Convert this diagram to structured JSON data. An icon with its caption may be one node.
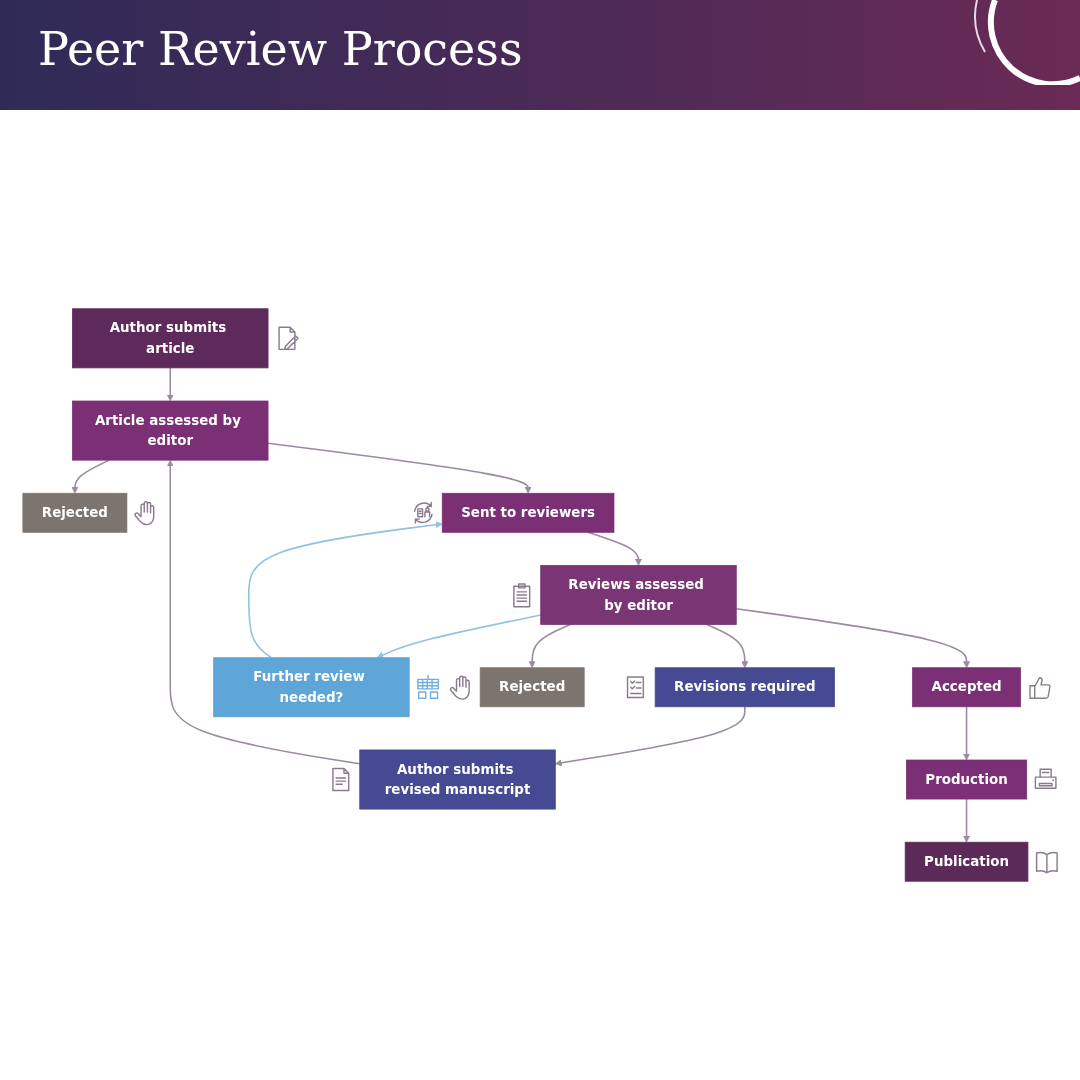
{
  "diagram": {
    "title": "Peer Review Process",
    "nodes": [
      {
        "text": [
          "Author submits article"
        ]
      },
      {
        "text": [
          "Author submits revised manuscript"
        ]
      },
      {
        "text": [
          "Article assessed by editor"
        ]
      },
      {
        "text": [
          "Rejected"
        ]
      },
      {
        "text": [
          "Revisions required"
        ]
      },
      {
        "text": [
          "Sent to reviewers"
        ]
      },
      {
        "text": [
          "Further review needed?"
        ]
      },
      {
        "text": [
          "Reviews assessed by editor"
        ]
      },
      {
        "text": [
          "Rejected"
        ]
      },
      {
        "text": [
          "Accepted"
        ]
      },
      {
        "text": [
          "Production"
        ]
      },
      {
        "text": [
          "Publication"
        ]
      }
    ],
    "edges": [
      {
        "from": 0,
        "to": 2,
        "arrow": "to"
      },
      {
        "from": 1,
        "to": 2,
        "arrow": "to"
      },
      {
        "from": 2,
        "to": 3,
        "arrow": "to"
      },
      {
        "from": 2,
        "to": 5,
        "arrow": "to"
      },
      {
        "from": 4,
        "to": 1,
        "arrow": "to"
      },
      {
        "from": 6,
        "to": 5,
        "arrow": "to",
        "color": "#8fc1e3"
      },
      {
        "from": 5,
        "to": 7,
        "arrow": "to"
      },
      {
        "from": 7,
        "to": 4,
        "arrow": "to"
      },
      {
        "from": 7,
        "to": 6,
        "arrow": "to",
        "color": "#8fc1e3"
      },
      {
        "from": 7,
        "to": 8,
        "arrow": "to"
      },
      {
        "from": 7,
        "to": 9,
        "arrow": "to"
      },
      {
        "from": 9,
        "to": 10,
        "arrow": "to"
      },
      {
        "from": 10,
        "to": 11,
        "arrow": "to"
      }
    ]
  }
}
